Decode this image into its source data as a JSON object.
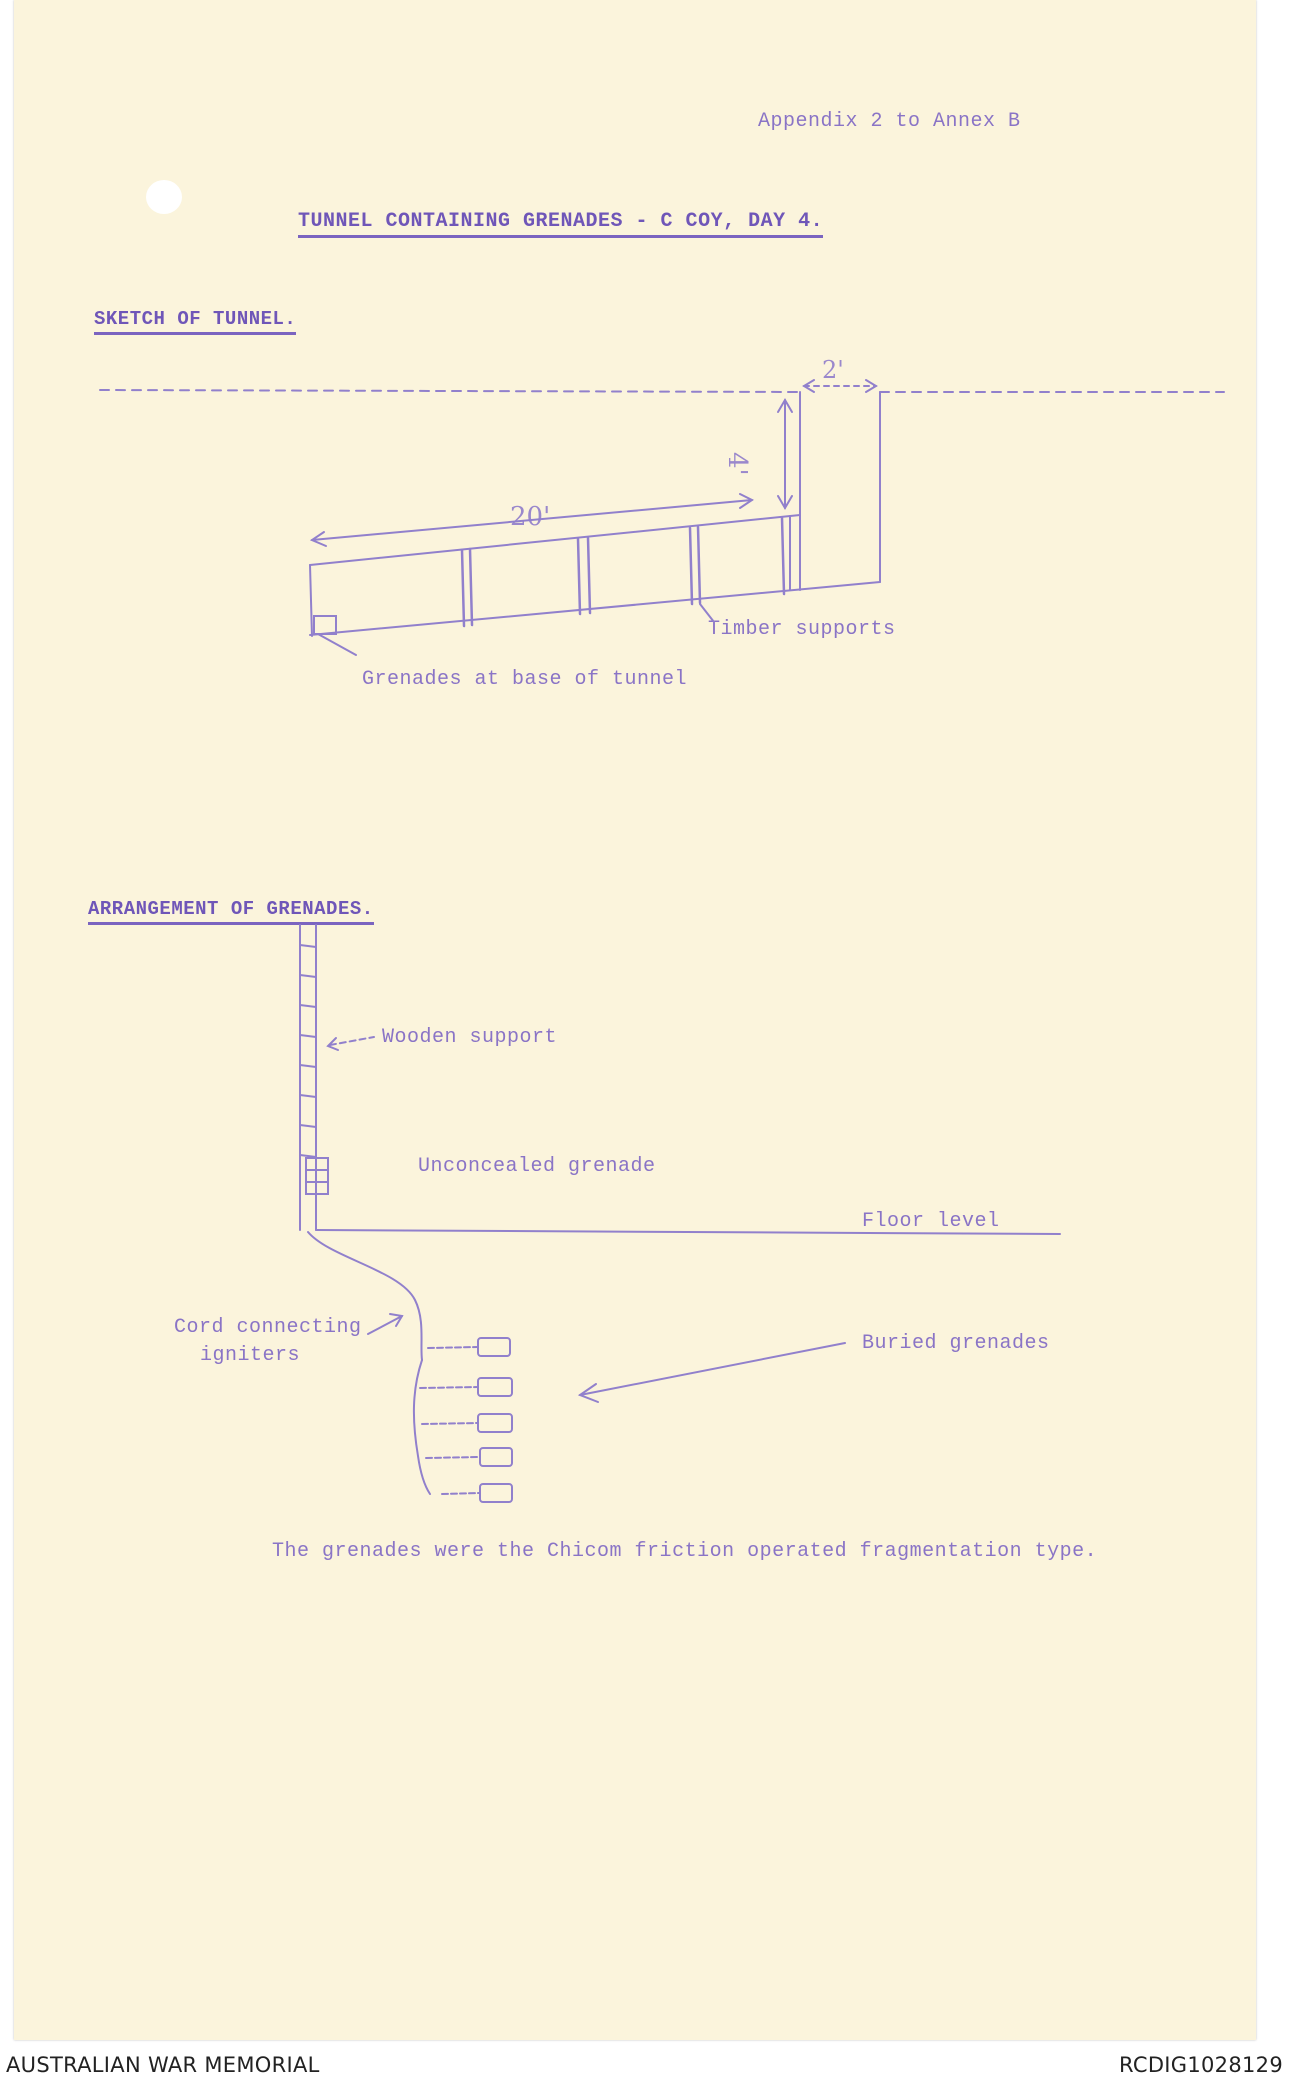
{
  "document": {
    "appendix": "Appendix 2 to Annex B",
    "title": "TUNNEL CONTAINING GRENADES - C COY, DAY 4.",
    "sections": {
      "sketch_heading": "SKETCH OF TUNNEL.",
      "arrangement_heading": "ARRANGEMENT OF GRENADES."
    },
    "sketch_labels": {
      "length": "20'",
      "depth": "4'",
      "width": "2'",
      "timber": "Timber supports",
      "grenades_base": "Grenades at base of tunnel"
    },
    "arrangement_labels": {
      "wooden_support": "Wooden support",
      "unconcealed": "Unconcealed grenade",
      "floor": "Floor level",
      "cord_line1": "Cord connecting",
      "cord_line2": "igniters",
      "buried": "Buried grenades"
    },
    "note": "The grenades were the Chicom friction operated fragmentation type."
  },
  "footer": {
    "left": "AUSTRALIAN WAR MEMORIAL",
    "right": "RCDIG1028129"
  },
  "colors": {
    "ink": "#8a74c6",
    "paper": "#fbf4dc"
  }
}
